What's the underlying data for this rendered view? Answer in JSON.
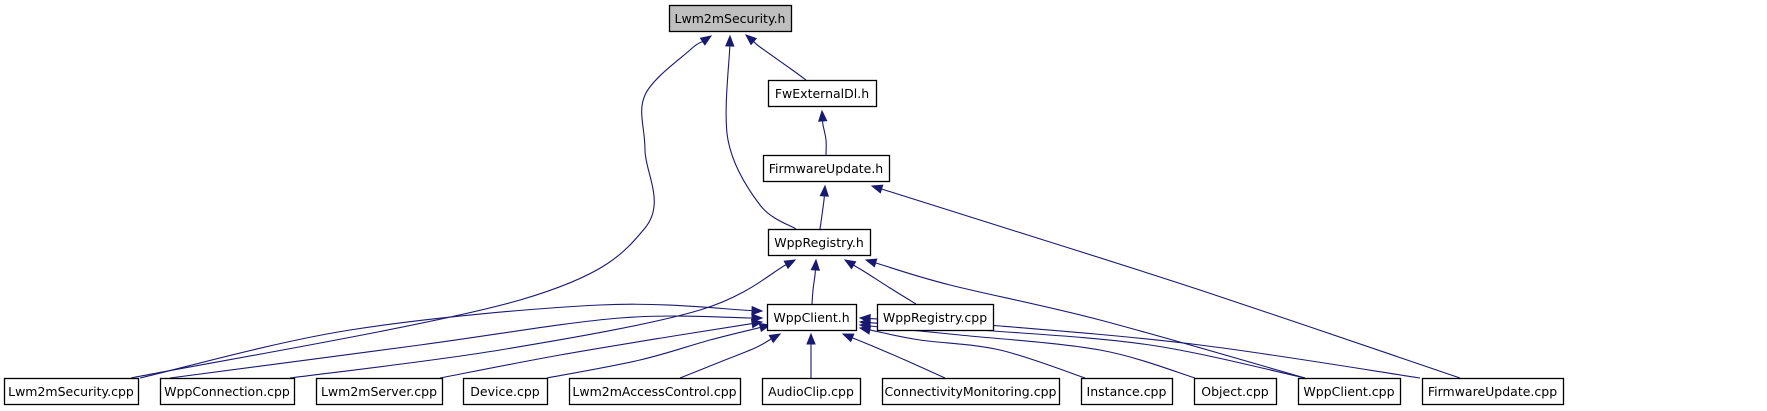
{
  "diagram": {
    "type": "include-dependency-graph",
    "root": "Lwm2mSecurity.h",
    "colors": {
      "edge": "#191970",
      "root_fill": "#bfbfbf",
      "node_fill": "#ffffff",
      "border": "#000000"
    },
    "nodes": [
      {
        "id": "lwm2msecurity_h",
        "label": "Lwm2mSecurity.h",
        "root": true
      },
      {
        "id": "fwexternaldl_h",
        "label": "FwExternalDl.h"
      },
      {
        "id": "firmwareupdate_h",
        "label": "FirmwareUpdate.h"
      },
      {
        "id": "wppregistry_h",
        "label": "WppRegistry.h"
      },
      {
        "id": "wppclient_h",
        "label": "WppClient.h"
      },
      {
        "id": "wppregistry_cpp",
        "label": "WppRegistry.cpp"
      },
      {
        "id": "lwm2msecurity_cpp",
        "label": "Lwm2mSecurity.cpp"
      },
      {
        "id": "wppconnection_cpp",
        "label": "WppConnection.cpp"
      },
      {
        "id": "lwm2mserver_cpp",
        "label": "Lwm2mServer.cpp"
      },
      {
        "id": "device_cpp",
        "label": "Device.cpp"
      },
      {
        "id": "lwm2maccesscontrol_cpp",
        "label": "Lwm2mAccessControl.cpp"
      },
      {
        "id": "audioclip_cpp",
        "label": "AudioClip.cpp"
      },
      {
        "id": "connectivitymonitoring_cpp",
        "label": "ConnectivityMonitoring.cpp"
      },
      {
        "id": "instance_cpp",
        "label": "Instance.cpp"
      },
      {
        "id": "object_cpp",
        "label": "Object.cpp"
      },
      {
        "id": "wppclient_cpp",
        "label": "WppClient.cpp"
      },
      {
        "id": "firmwareupdate_cpp",
        "label": "FirmwareUpdate.cpp"
      }
    ],
    "edges": [
      {
        "from": "fwexternaldl_h",
        "to": "lwm2msecurity_h"
      },
      {
        "from": "wppregistry_h",
        "to": "lwm2msecurity_h"
      },
      {
        "from": "lwm2msecurity_cpp",
        "to": "lwm2msecurity_h"
      },
      {
        "from": "firmwareupdate_h",
        "to": "fwexternaldl_h"
      },
      {
        "from": "wppregistry_h",
        "to": "firmwareupdate_h"
      },
      {
        "from": "firmwareupdate_cpp",
        "to": "firmwareupdate_h"
      },
      {
        "from": "wppclient_h",
        "to": "wppregistry_h"
      },
      {
        "from": "wppregistry_cpp",
        "to": "wppregistry_h"
      },
      {
        "from": "wppconnection_cpp",
        "to": "wppregistry_h"
      },
      {
        "from": "wppclient_cpp",
        "to": "wppregistry_h"
      },
      {
        "from": "lwm2msecurity_cpp",
        "to": "wppclient_h"
      },
      {
        "from": "wppconnection_cpp",
        "to": "wppclient_h"
      },
      {
        "from": "lwm2mserver_cpp",
        "to": "wppclient_h"
      },
      {
        "from": "device_cpp",
        "to": "wppclient_h"
      },
      {
        "from": "lwm2maccesscontrol_cpp",
        "to": "wppclient_h"
      },
      {
        "from": "audioclip_cpp",
        "to": "wppclient_h"
      },
      {
        "from": "connectivitymonitoring_cpp",
        "to": "wppclient_h"
      },
      {
        "from": "instance_cpp",
        "to": "wppclient_h"
      },
      {
        "from": "object_cpp",
        "to": "wppclient_h"
      },
      {
        "from": "wppclient_cpp",
        "to": "wppclient_h"
      },
      {
        "from": "firmwareupdate_cpp",
        "to": "wppclient_h"
      }
    ]
  }
}
